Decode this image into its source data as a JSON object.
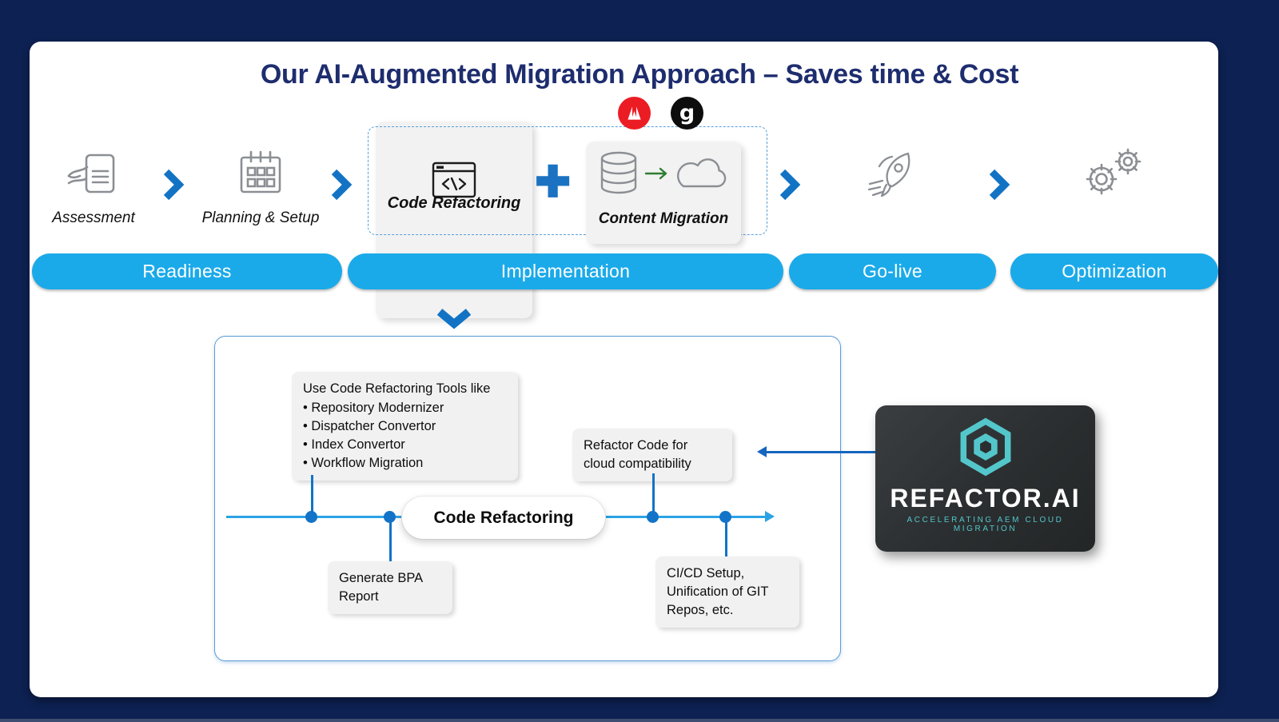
{
  "title": "Our AI-Augmented Migration Approach – Saves time & Cost",
  "colors": {
    "background": "#0D2152",
    "title_text": "#1E2D6E",
    "phase_bar": "#1BAAE9",
    "accent_blue": "#1273C4",
    "timeline_blue": "#2BA3E3",
    "teal": "#53C6CB",
    "adobe_red": "#EC1C24",
    "callout_bg": "#F1F1F1",
    "logo_bg": "#2B2E30",
    "green_arrow": "#2E7D32"
  },
  "flow": {
    "steps": [
      {
        "label": "Assessment",
        "icon": "assessment-document-icon"
      },
      {
        "label": "Planning & Setup",
        "icon": "calendar-icon"
      },
      {
        "label": "Code Refactoring",
        "icon": "code-window-icon"
      },
      {
        "label": "Content Migration",
        "icon": "database-to-cloud-icon"
      },
      {
        "label": "",
        "icon": "rocket-icon"
      },
      {
        "label": "",
        "icon": "gears-icon"
      }
    ],
    "plus": "✚",
    "badges": [
      {
        "name": "adobe-logo",
        "letter": ""
      },
      {
        "name": "g-logo",
        "letter": "g"
      }
    ]
  },
  "phases": [
    "Readiness",
    "Implementation",
    "Go-live",
    "Optimization"
  ],
  "detail": {
    "tools": {
      "title": "Use Code Refactoring Tools like",
      "items": [
        "Repository Modernizer",
        "Dispatcher Convertor",
        "Index Convertor",
        "Workflow Migration"
      ]
    },
    "refactor_note": "Refactor Code for cloud compatibility",
    "timeline_label": "Code Refactoring",
    "bpa_note": "Generate BPA Report",
    "cicd_note": "CI/CD Setup, Unification of GIT Repos, etc."
  },
  "logo": {
    "name": "REFACTOR.AI",
    "tagline": "ACCELERATING AEM CLOUD MIGRATION"
  }
}
